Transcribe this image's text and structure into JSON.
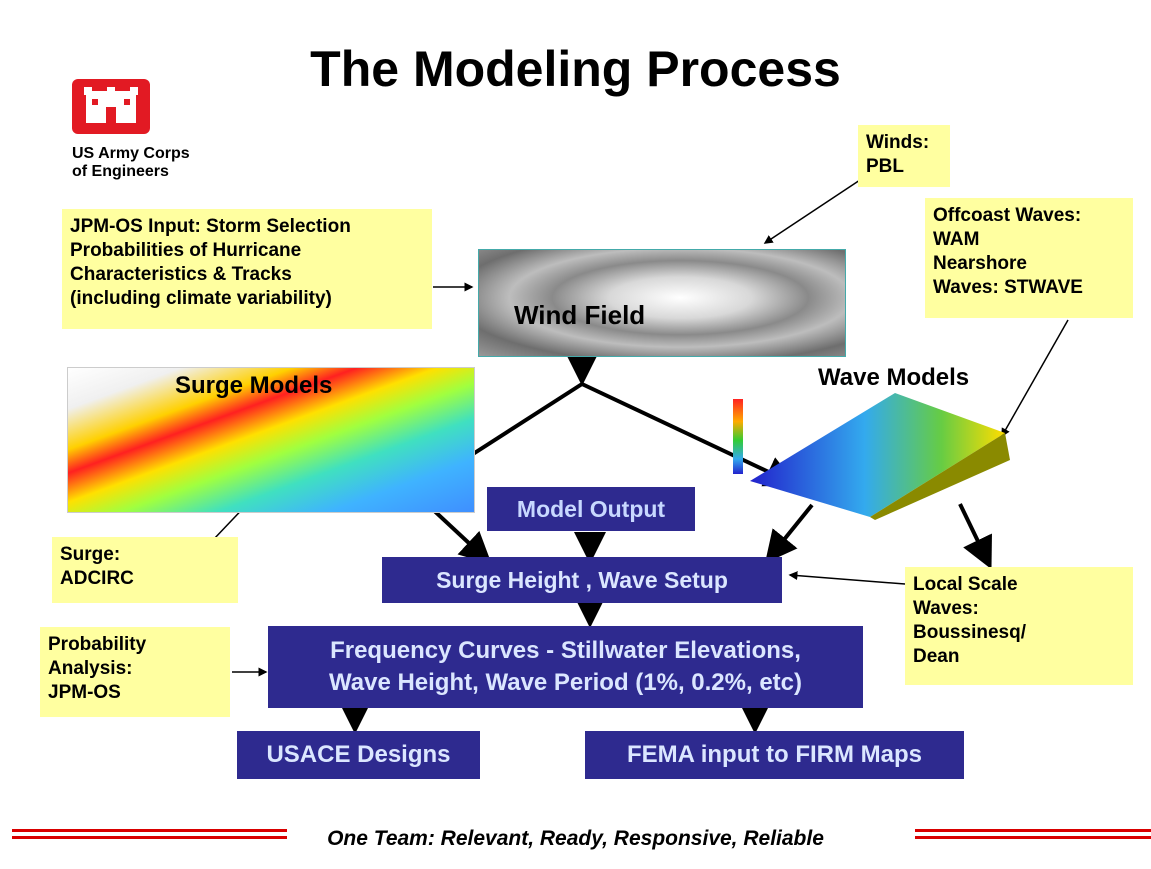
{
  "title": "The Modeling Process",
  "logo": {
    "line1": "US Army Corps",
    "line2": "of Engineers"
  },
  "notes": {
    "winds": [
      "Winds:",
      "PBL"
    ],
    "jpm": [
      "JPM-OS Input: Storm Selection",
      "Probabilities of Hurricane",
      "Characteristics & Tracks",
      "(including climate variability)"
    ],
    "offcoast": [
      "Offcoast Waves:",
      "WAM",
      "Nearshore",
      "Waves: STWAVE"
    ],
    "surge": [
      "Surge:",
      "ADCIRC"
    ],
    "probability": [
      "Probability",
      "Analysis:",
      "JPM-OS"
    ],
    "local": [
      "Local Scale",
      "Waves:",
      "Boussinesq/",
      "Dean"
    ]
  },
  "labels": {
    "wind_field": "Wind Field",
    "surge_models": "Surge Models",
    "wave_models": "Wave Models"
  },
  "boxes": {
    "model_output": "Model Output",
    "surge_height": "Surge Height ,  Wave Setup",
    "frequency": [
      "Frequency Curves - Stillwater Elevations,",
      "Wave Height, Wave Period (1%, 0.2%, etc)"
    ],
    "usace": "USACE Designs",
    "fema": "FEMA input to FIRM Maps"
  },
  "footer": "One Team: Relevant, Ready, Responsive, Reliable",
  "colors": {
    "note_bg": "#ffffa0",
    "box_bg": "#2e2a8f",
    "box_text": "#dbe6ff",
    "logo_red": "#e21a23",
    "footer_red": "#d90000"
  }
}
